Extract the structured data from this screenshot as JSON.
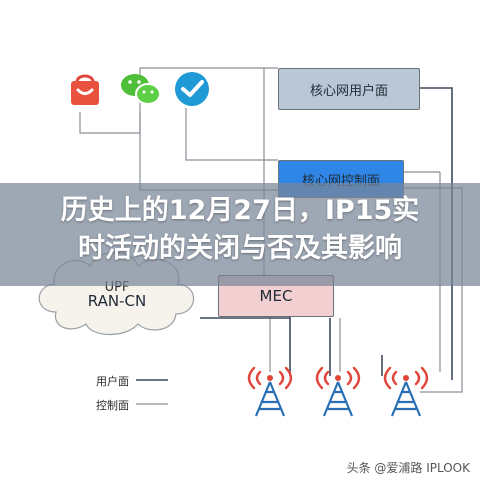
{
  "diagram": {
    "boxes": {
      "user_plane": "核心网用户面",
      "control_plane": "核心网控制面",
      "mec": "MEC"
    },
    "cloud": {
      "upf": "UPF",
      "ran_cn": "RAN-CN"
    },
    "legend": {
      "user_plane": "用户面",
      "control_plane": "控制面"
    },
    "icons": [
      "shopping-bag-icon",
      "wechat-icon",
      "check-bubble-icon",
      "antenna-tower-icon"
    ]
  },
  "banner": {
    "line1": "历史上的12月27日，IP15实",
    "line2": "时活动的关闭与否及其影响"
  },
  "watermark": "头条 @爱浦路 IPLOOK",
  "colors": {
    "user_plane_box": "#b9c7d6",
    "control_plane_box": "#2f86e6",
    "mec_box": "#f2cfd1",
    "user_plane_line": "#3d4a5c",
    "control_plane_line": "#8a8f96",
    "antenna": "#2a6fb5",
    "wave": "#e0463c"
  }
}
